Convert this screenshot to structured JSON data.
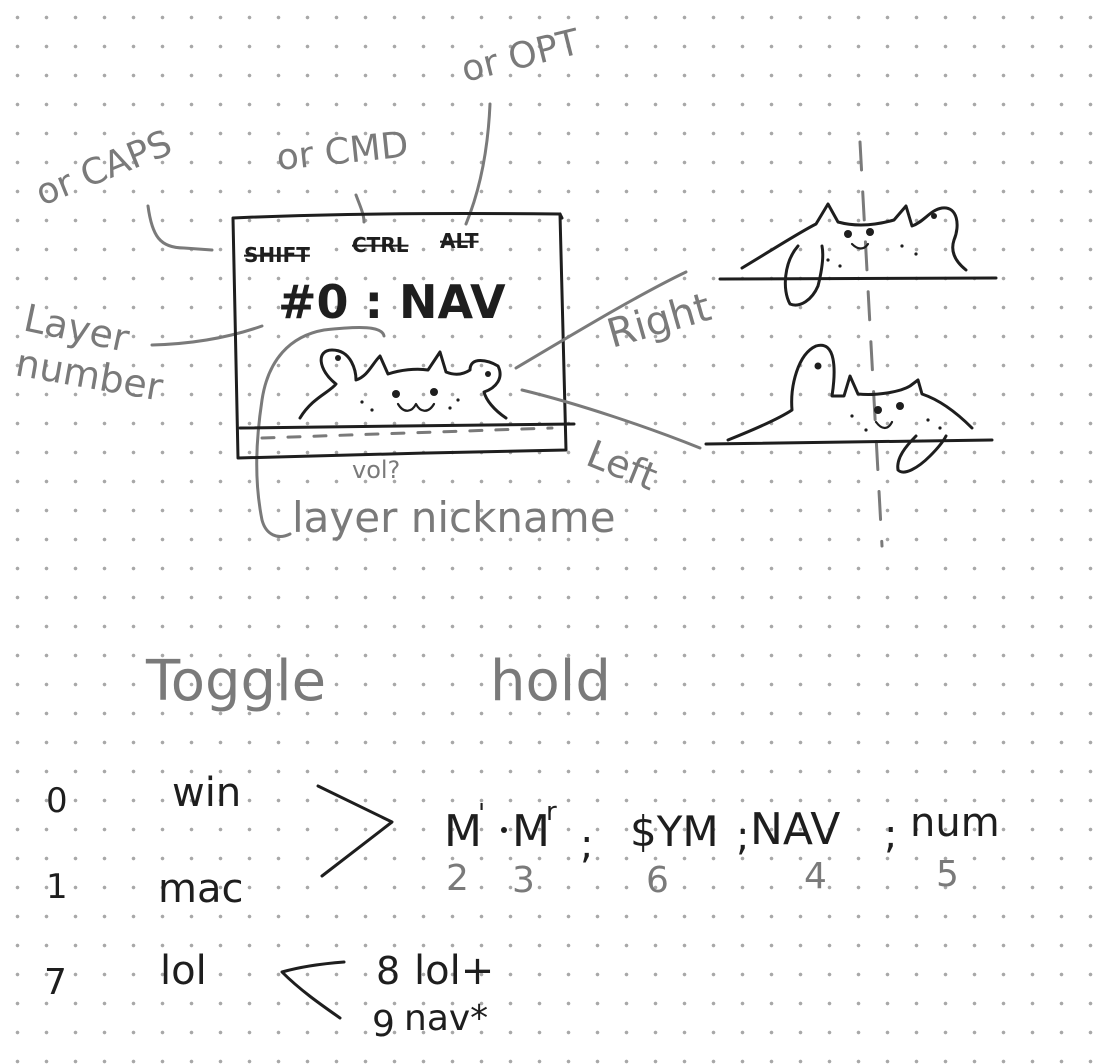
{
  "colors": {
    "ink": "#1e1e1e",
    "annotation": "#7a7a7a",
    "grid_dots": "#a8a8a8",
    "paper": "#ffffff"
  },
  "sketch": {
    "annotations": {
      "or_opt": "or OPT",
      "or_cmd": "or CMD",
      "or_caps": "or CAPS",
      "layer_number_line1": "Layer",
      "layer_number_line2": "number",
      "layer_nickname": "layer nickname",
      "vol": "vol?",
      "right": "Right",
      "left": "Left"
    },
    "display": {
      "modifiers": {
        "shift": "SHIFT",
        "ctrl": "CTRL",
        "alt": "ALT"
      },
      "layer_title": "#0 : NAV"
    },
    "cat_icon": "cat-icon"
  },
  "layers": {
    "headers": {
      "toggle": "Toggle",
      "hold": "hold"
    },
    "toggle_rows": [
      {
        "number": "0",
        "name": "win"
      },
      {
        "number": "1",
        "name": "mac"
      },
      {
        "number": "7",
        "name": "lol"
      }
    ],
    "hold_layers": [
      {
        "name": "M",
        "number": "2"
      },
      {
        "name": "M",
        "number": "3"
      },
      {
        "name": "$YM",
        "number": "6"
      },
      {
        "name": "NAV",
        "number": "4"
      },
      {
        "name": "num",
        "number": "5"
      }
    ],
    "lol_hold": [
      {
        "number": "8",
        "name": "lol+"
      },
      {
        "number": "9",
        "name": "nav*"
      }
    ]
  }
}
